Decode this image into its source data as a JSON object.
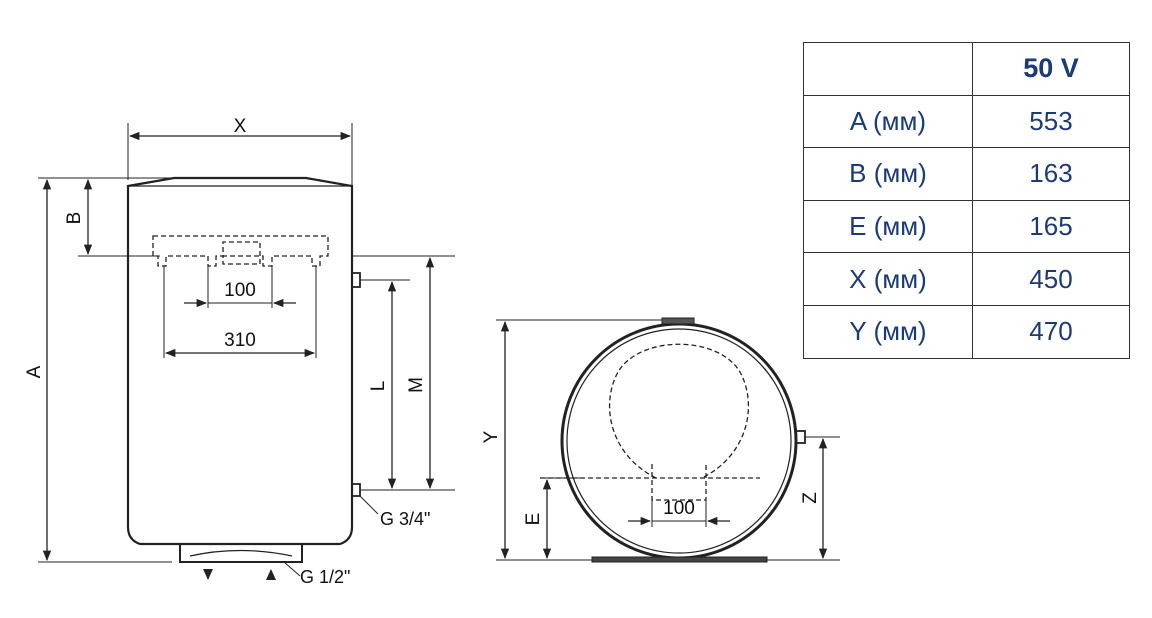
{
  "drawing": {
    "labels": {
      "x": "X",
      "b": "B",
      "a": "A",
      "l": "L",
      "m": "M",
      "y": "Y",
      "e": "E",
      "z": "Z",
      "dim_100_front": "100",
      "dim_310": "310",
      "dim_100_side": "100",
      "outlet_thread": "G 3/4\"",
      "inlet_thread": "G 1/2\""
    }
  },
  "table": {
    "header": {
      "param": "",
      "value": "50 V"
    },
    "rows": [
      {
        "param": "A (мм)",
        "value": "553"
      },
      {
        "param": "B (мм)",
        "value": "163"
      },
      {
        "param": "E (мм)",
        "value": "165"
      },
      {
        "param": "X (мм)",
        "value": "450"
      },
      {
        "param": "Y (мм)",
        "value": "470"
      }
    ]
  },
  "colors": {
    "line": "#222222",
    "table_text": "#1a3a78"
  }
}
